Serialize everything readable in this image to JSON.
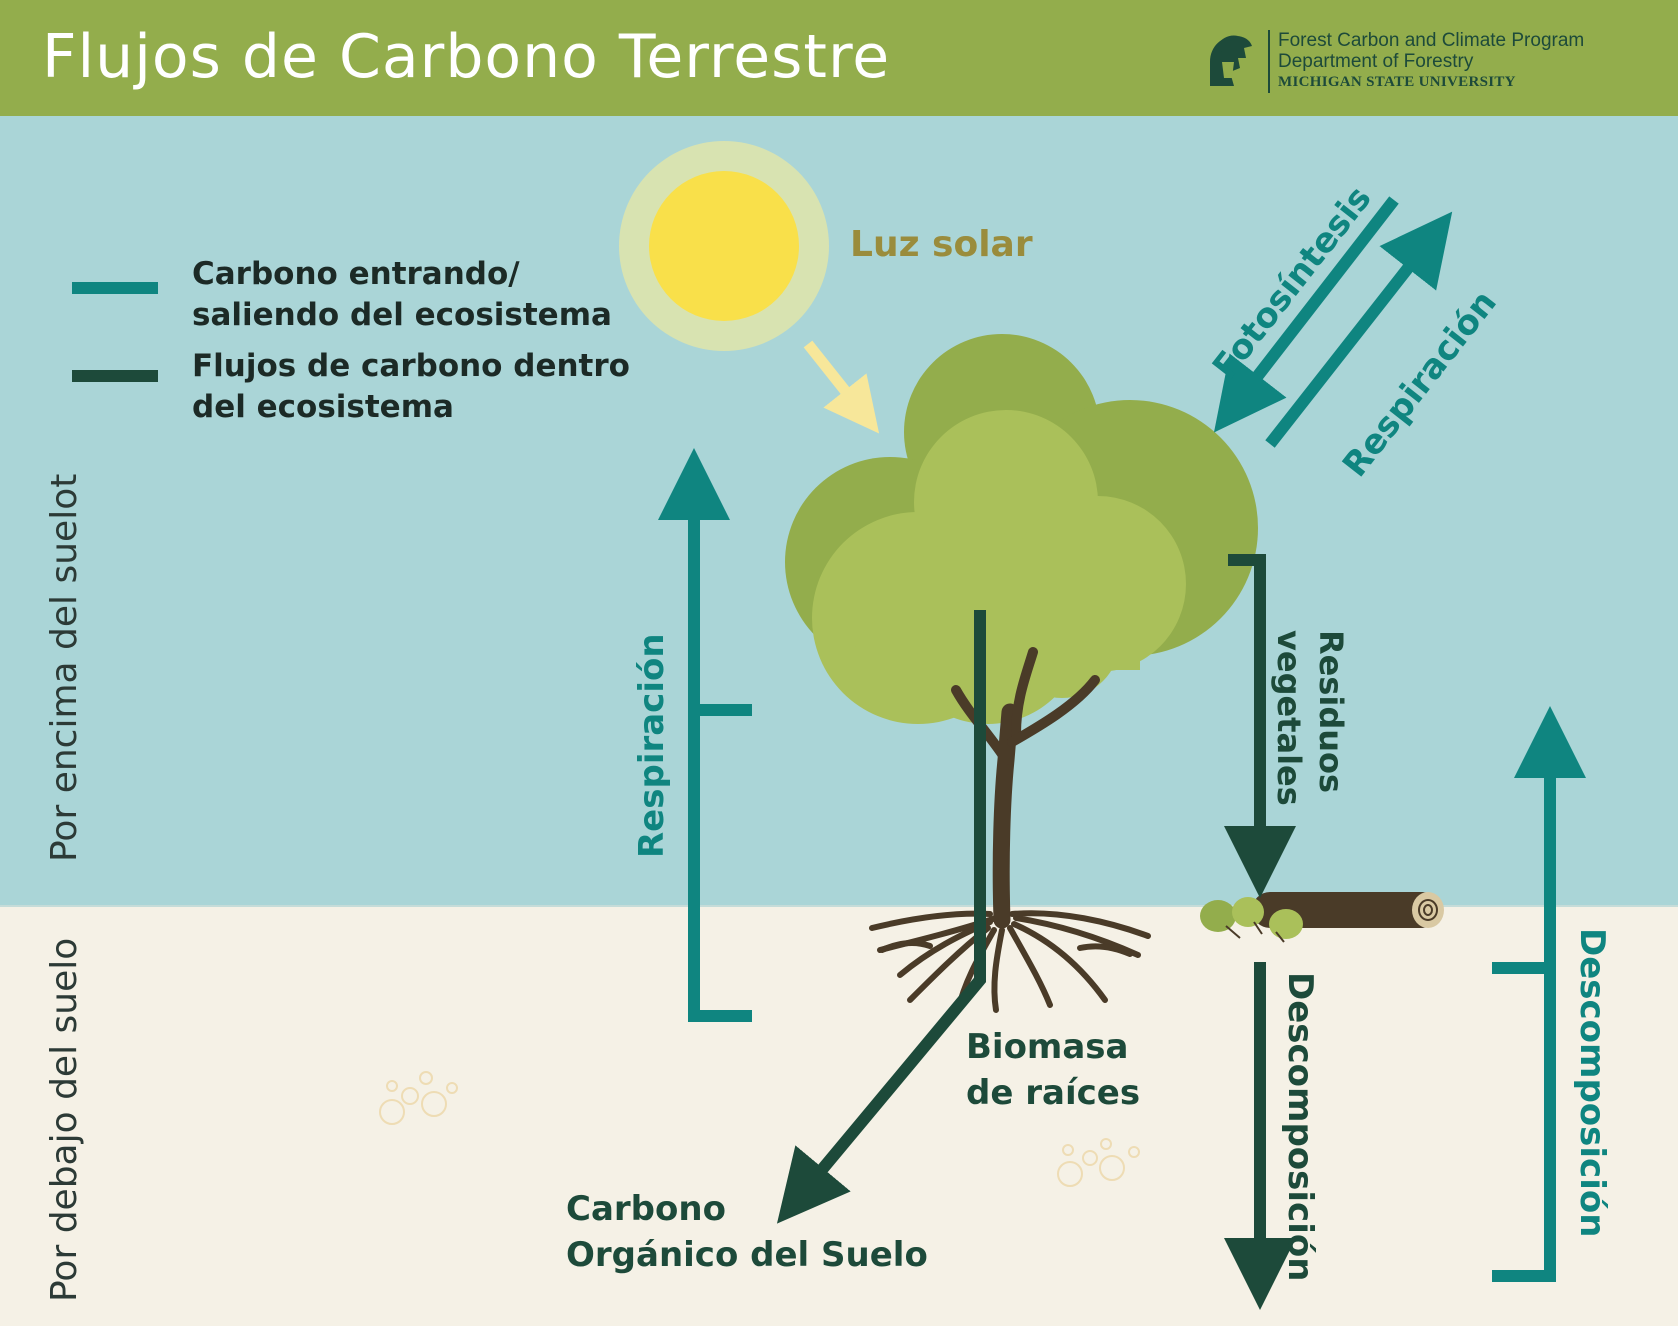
{
  "header": {
    "title": "Flujos de Carbono Terrestre",
    "org_line1": "Forest Carbon and Climate Program",
    "org_line2": "Department of Forestry",
    "org_line3": "MICHIGAN STATE UNIVERSITY",
    "logo_icon": "spartan-helmet-icon"
  },
  "legend": {
    "in_out_line1": "Carbono entrando/",
    "in_out_line2": "saliendo del ecosistema",
    "within_line1": "Flujos de carbono dentro",
    "within_line2": "del ecosistema"
  },
  "zones": {
    "above": "Por encima del suelot",
    "below": "Por debajo del suelo"
  },
  "labels": {
    "sunlight": "Luz solar",
    "photosynthesis": "Fotosíntesis",
    "respiration_top": "Respiración",
    "respiration_left": "Respiración",
    "litter_line1": "Residuos",
    "litter_line2": "vegetales",
    "decomposition_center": "Descomposición",
    "decomposition_right": "Descomposición",
    "root_biomass_line1": "Biomasa",
    "root_biomass_line2": "de raíces",
    "soil_carbon_line1": "Carbono",
    "soil_carbon_line2": "Orgánico del Suelo"
  },
  "colors": {
    "header_green": "#93ad4c",
    "sky": "#aad5d7",
    "soil": "#f5f1e6",
    "teal_flux": "#0f8580",
    "dark_flux": "#1d4a3a",
    "sun": "#f9e04a",
    "sunlight_label": "#9a8c3c",
    "canopy_dark": "#93ad4c",
    "canopy_light": "#aac05a",
    "trunk": "#4a3b28"
  }
}
